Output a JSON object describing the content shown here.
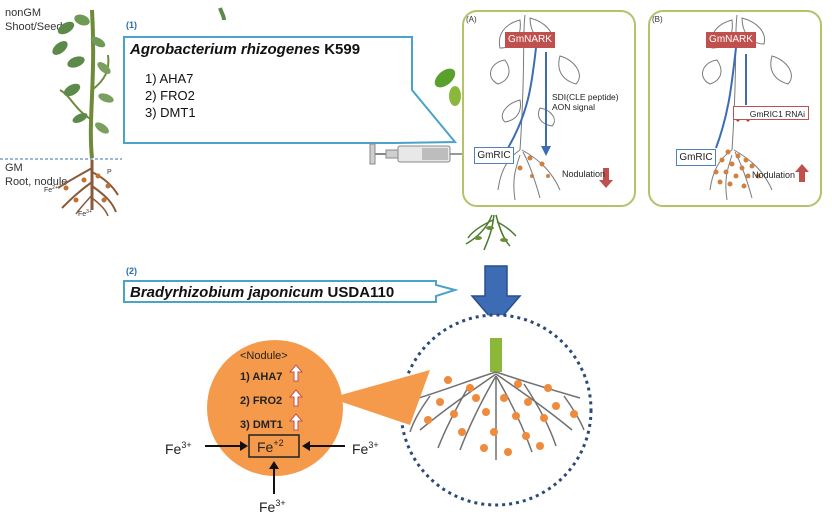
{
  "left_plant": {
    "top_label_1": "nonGM",
    "top_label_2": "Shoot/Seed",
    "bottom_label_1": "GM",
    "bottom_label_2": "Root, nodule",
    "fe_label_1": "Fe",
    "fe_sup_1": "2+",
    "fe_label_2": "Fe",
    "fe_sup_2": "3+",
    "p_label": "P"
  },
  "step1": {
    "number": "(1)",
    "organism_name": "Agrobacterium rhizogenes",
    "strain": " K599",
    "genes": [
      "1) AHA7",
      "2) FRO2",
      "3) DMT1"
    ]
  },
  "step2": {
    "number": "(2)",
    "organism_name": "Bradyrhizobium japonicum",
    "strain": " USDA110"
  },
  "panel_a": {
    "letter": "(A)",
    "nark_label": "GmNARK",
    "signal_line_1": "SDI(CLE peptide)",
    "signal_line_2": "AON signal",
    "ric_label": "GmRIC",
    "nodulation_label": "Nodulation"
  },
  "panel_b": {
    "letter": "(B)",
    "nark_label": "GmNARK",
    "rnai_label": "GmRIC1 RNAi",
    "ric_label": "GmRIC",
    "nodulation_label": "Nodulation"
  },
  "nodule_bubble": {
    "title": "<Nodule>",
    "genes": [
      "1) AHA7",
      "2) FRO2",
      "3) DMT1"
    ],
    "center_fe": "Fe",
    "center_sup": "+2",
    "fe3": "Fe",
    "fe3_sup": "3+"
  },
  "colors": {
    "callout_border": "#4aa3c8",
    "panel_border": "#b5c26a",
    "nark_fill": "#c0504d",
    "ric_border": "#4f81bd",
    "arrow_blue": "#3d6cb5",
    "bubble_orange": "#f59a4a",
    "nodule_orange": "#f08a3c",
    "dotted_circle": "#2b4a7a",
    "step_number_blue": "#2b6cb0"
  }
}
